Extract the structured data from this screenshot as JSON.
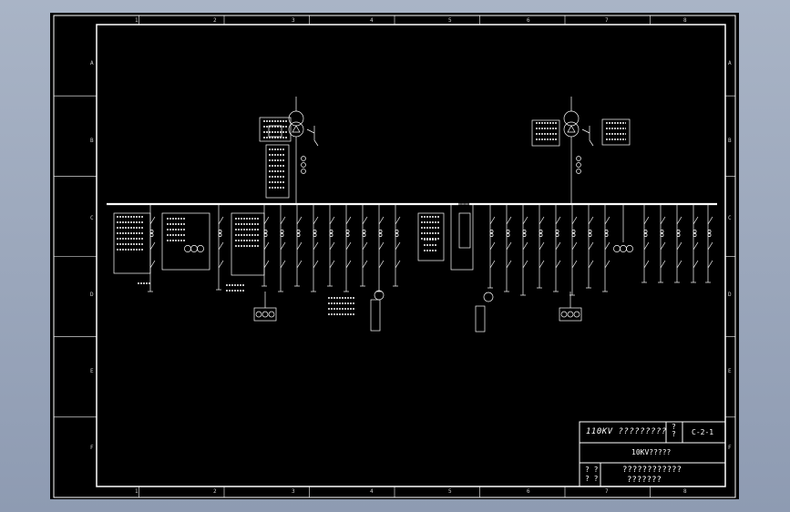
{
  "border": {
    "columns": [
      "1",
      "2",
      "3",
      "4",
      "5",
      "6",
      "7",
      "8"
    ],
    "rows": [
      "A",
      "B",
      "C",
      "D",
      "E",
      "F"
    ]
  },
  "title_block": {
    "project": "110KV ?????????",
    "sheet": "?\n?",
    "code": "C-2-1",
    "drawing_name": "10KV?????",
    "signature_label": "? ?\n? ?",
    "description_line1": "????????????",
    "description_line2": "???????"
  },
  "colors": {
    "line": "#ffffff",
    "sheet": "#000000",
    "background": "#97a3b8"
  }
}
